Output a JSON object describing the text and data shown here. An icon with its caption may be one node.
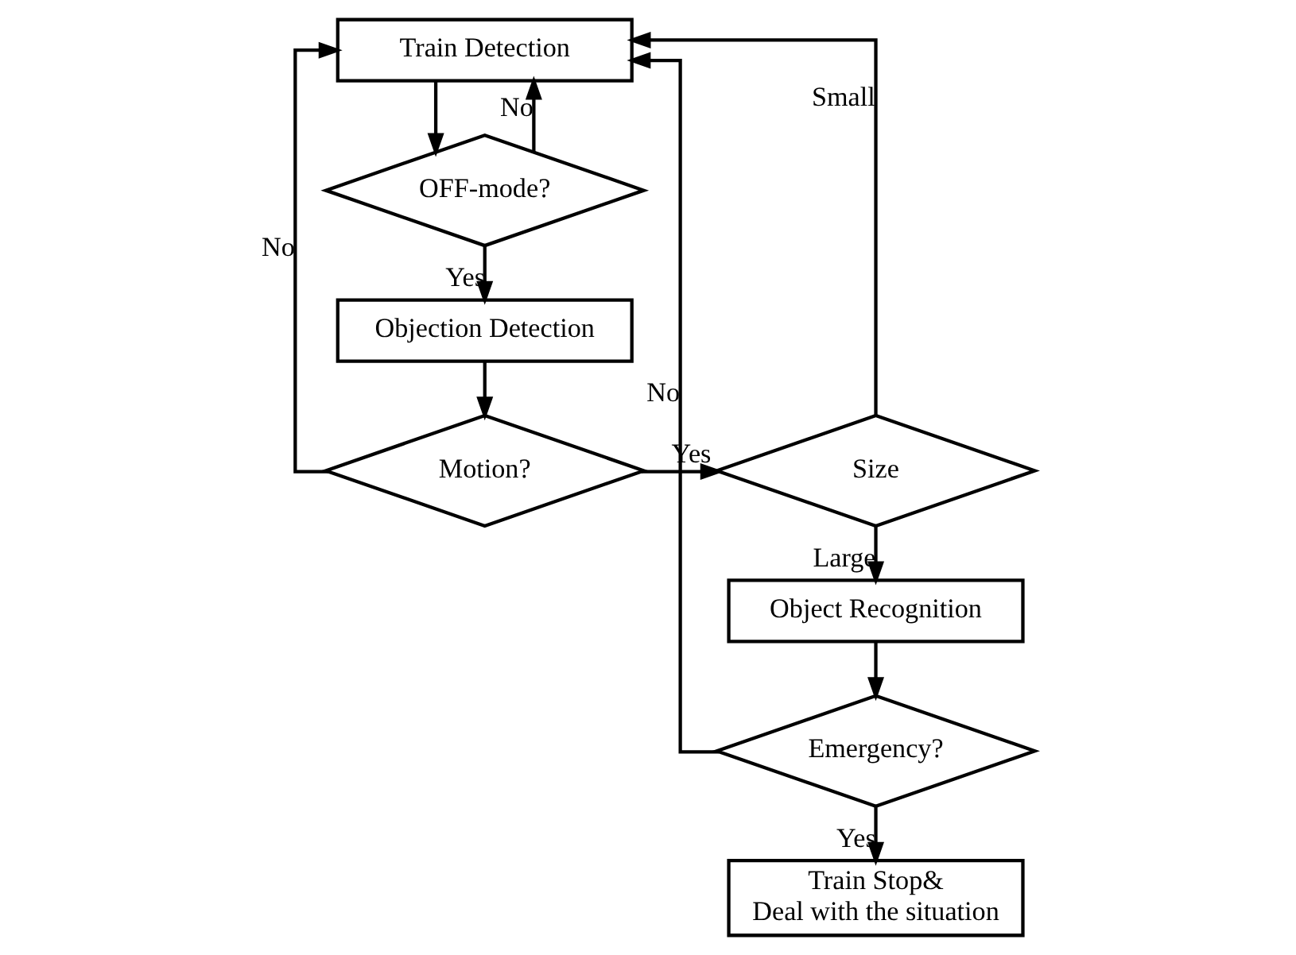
{
  "diagram": {
    "nodes": [
      {
        "text": [
          "Train Detection"
        ]
      },
      {
        "text": [
          "OFF-mode?"
        ]
      },
      {
        "text": [
          "Objection Detection"
        ]
      },
      {
        "text": [
          "Motion?"
        ]
      },
      {
        "text": [
          "Size"
        ]
      },
      {
        "text": [
          "Object Recognition"
        ]
      },
      {
        "text": [
          "Emergency?"
        ]
      },
      {
        "text": [
          "Train Stop& Deal with the situation"
        ]
      }
    ],
    "edges": [
      {
        "from": 0,
        "to": 1,
        "arrow": "to"
      },
      {
        "from": 1,
        "to": 0,
        "arrow": "to",
        "label": "No"
      },
      {
        "from": 1,
        "to": 2,
        "arrow": "to",
        "label": "Yes"
      },
      {
        "from": 2,
        "to": 3,
        "arrow": "to"
      },
      {
        "from": 3,
        "to": 0,
        "arrow": "to",
        "label": "No"
      },
      {
        "from": 3,
        "to": 4,
        "arrow": "to",
        "label": "Yes"
      },
      {
        "from": 4,
        "to": 0,
        "arrow": "to",
        "label": "Small"
      },
      {
        "from": 4,
        "to": 5,
        "arrow": "to",
        "label": "Large"
      },
      {
        "from": 5,
        "to": 6,
        "arrow": "to"
      },
      {
        "from": 6,
        "to": 0,
        "arrow": "to",
        "label": "No"
      },
      {
        "from": 6,
        "to": 7,
        "arrow": "to",
        "label": "Yes"
      }
    ]
  }
}
